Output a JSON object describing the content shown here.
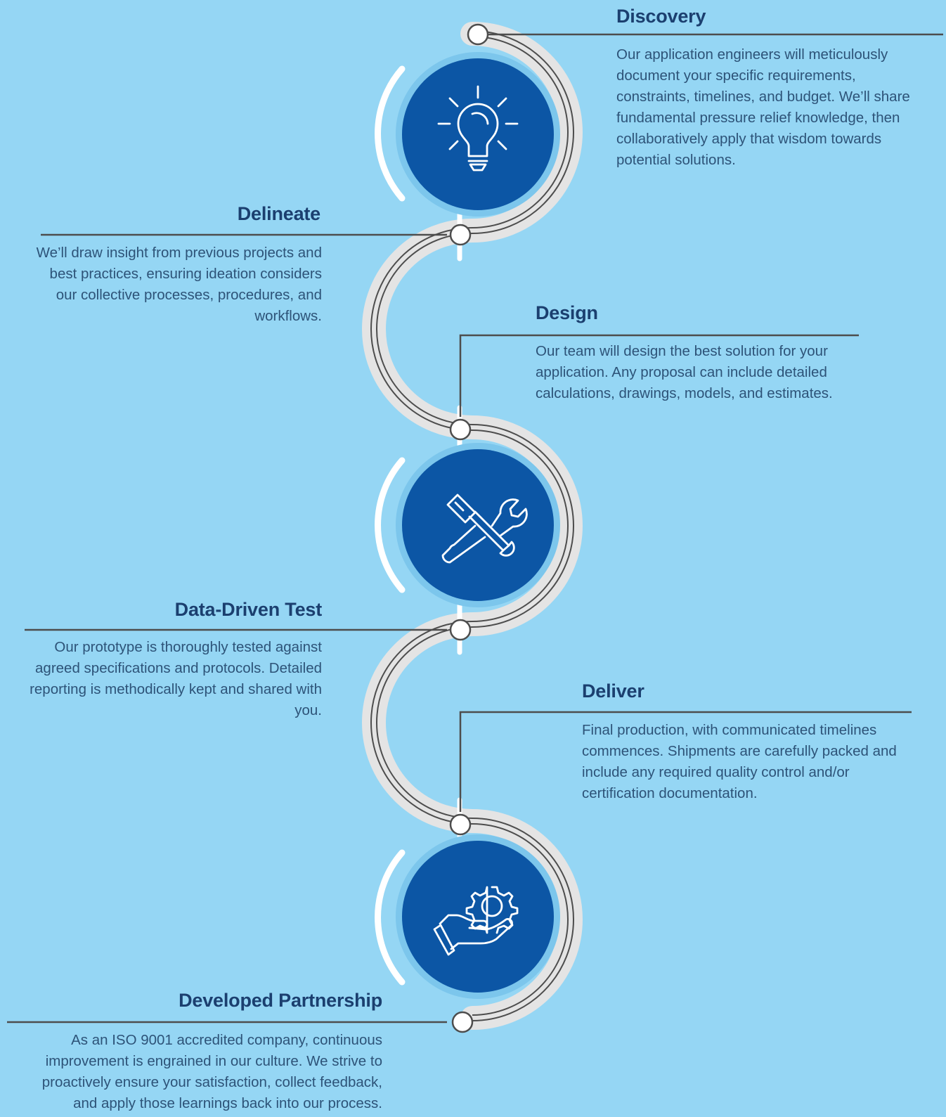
{
  "steps": [
    {
      "title": "Discovery",
      "description": "Our application engineers will meticulously document your specific requirements, constraints, timelines, and budget. We’ll share fundamental pressure relief knowledge, then collaboratively apply that wisdom towards potential solutions."
    },
    {
      "title": "Delineate",
      "description": "We’ll draw insight from previous projects and best practices, ensuring ideation considers our collective processes, procedures, and workflows."
    },
    {
      "title": "Design",
      "description": "Our team will design the best solution for your application. Any proposal can include detailed calculations, drawings, models, and estimates."
    },
    {
      "title": "Data-Driven Test",
      "description": "Our prototype is thoroughly tested against agreed specifications and protocols. Detailed reporting is methodically kept and shared with you."
    },
    {
      "title": "Deliver",
      "description": "Final production, with communicated timelines commences. Shipments are carefully packed and include any required quality control and/or certification documentation."
    },
    {
      "title": "Developed Partnership",
      "description": "As an ISO 9001 accredited company, continuous improvement is engrained in our culture. We strive to proactively ensure your satisfaction, collect feedback, and apply those learnings back into our process."
    }
  ],
  "icons": [
    "lightbulb-icon",
    "tools-icon",
    "hand-gear-icon"
  ],
  "colors": {
    "background": "#95d6f4",
    "track": "#e4e4e4",
    "line": "#4d4d4d",
    "circle": "#0c56a5",
    "title": "#1b3f6f",
    "text": "#2d5378"
  }
}
